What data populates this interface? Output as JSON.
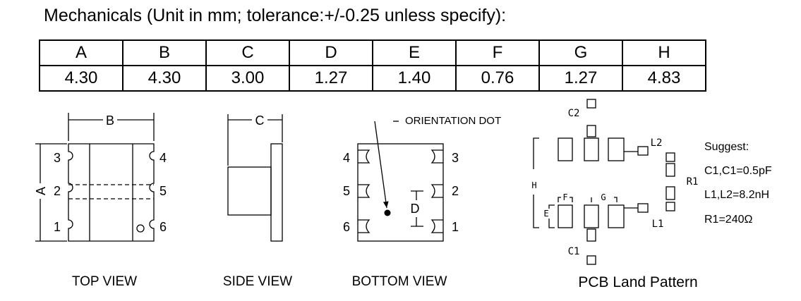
{
  "title": "Mechanicals (Unit in mm; tolerance:+/-0.25 unless specify):",
  "table": {
    "headers": [
      "A",
      "B",
      "C",
      "D",
      "E",
      "F",
      "G",
      "H"
    ],
    "values": [
      "4.30",
      "4.30",
      "3.00",
      "1.27",
      "1.40",
      "0.76",
      "1.27",
      "4.83"
    ]
  },
  "views": {
    "top": {
      "caption": "TOP VIEW",
      "dim_a": "A",
      "dim_b": "B",
      "pins": [
        "3",
        "2",
        "1",
        "4",
        "5",
        "6"
      ]
    },
    "side": {
      "caption": "SIDE VIEW",
      "dim_c": "C"
    },
    "bottom": {
      "caption": "BOTTOM VIEW",
      "orientation_label": "ORIENTATION DOT",
      "dim_d": "D",
      "pins": [
        "4",
        "5",
        "6",
        "3",
        "2",
        "1"
      ]
    },
    "pcb": {
      "caption": "PCB Land Pattern",
      "labels": {
        "c2": "C2",
        "c1": "C1",
        "l2": "L2",
        "l1": "L1",
        "r1": "R1",
        "h": "H",
        "e": "E",
        "f": "F",
        "g": "G"
      }
    }
  },
  "suggest": {
    "heading": "Suggest:",
    "lines": [
      "C1,C1=0.5pF",
      "L1,L2=8.2nH",
      "R1=240Ω"
    ]
  }
}
